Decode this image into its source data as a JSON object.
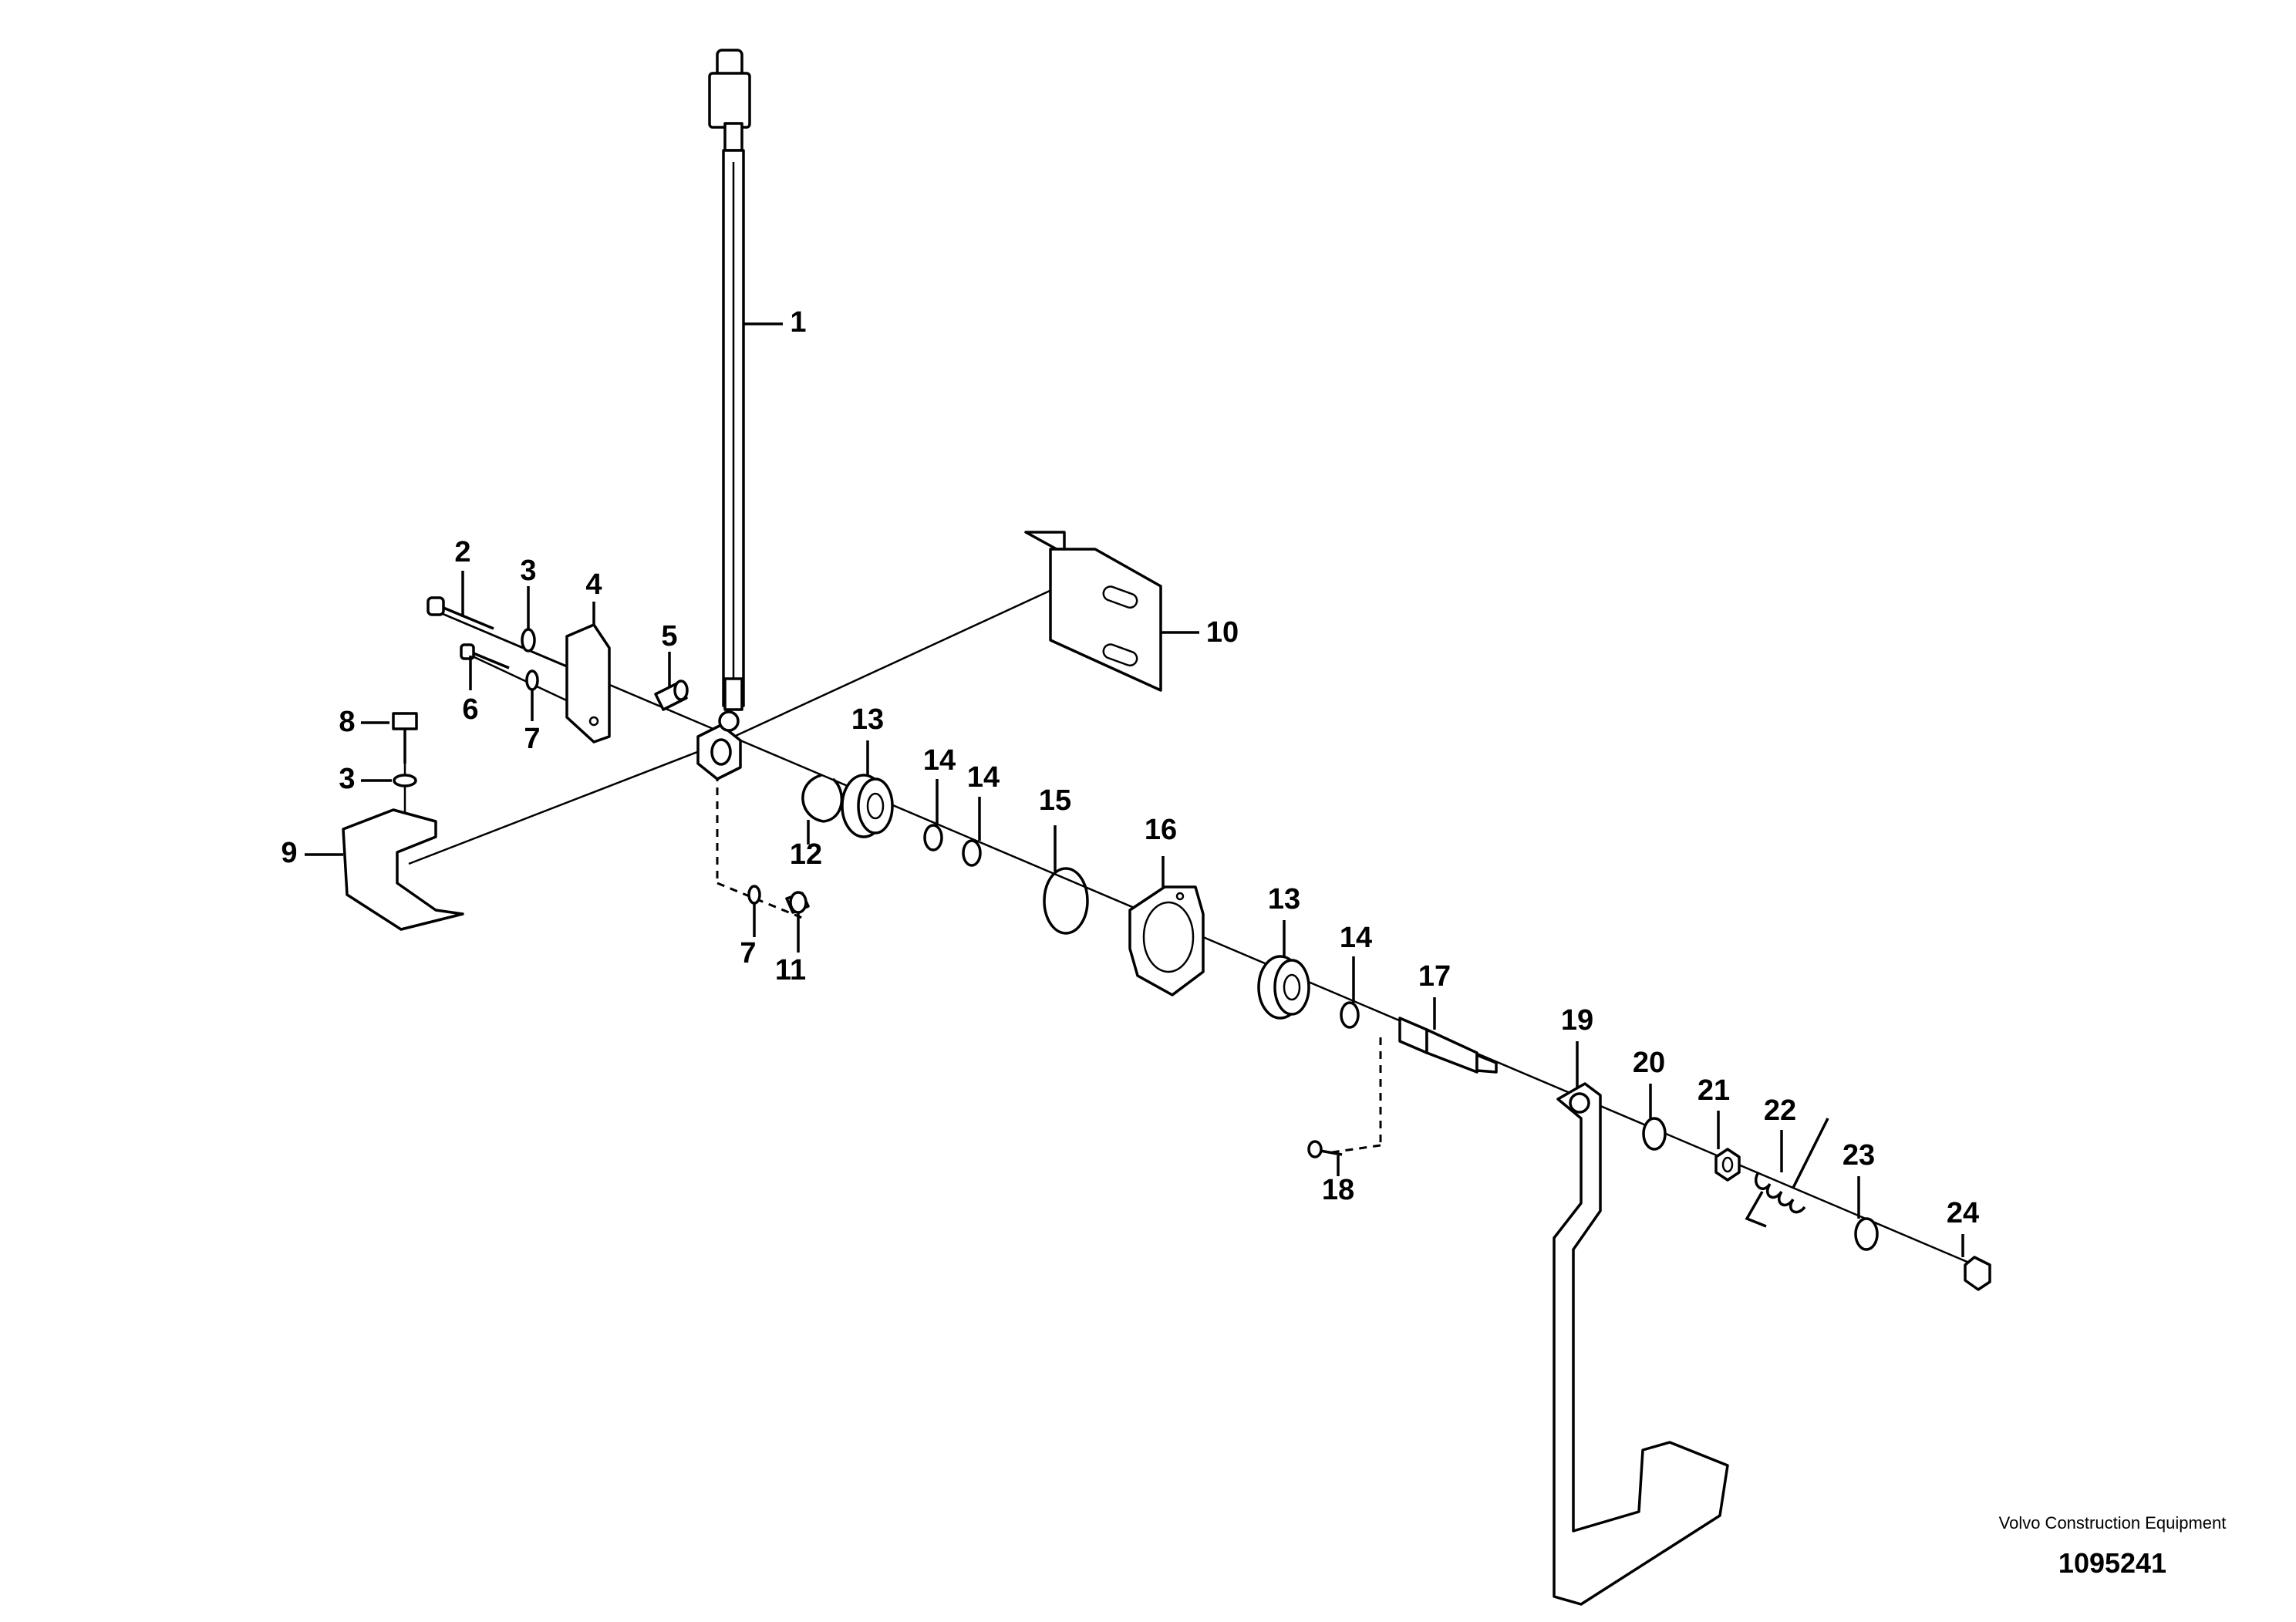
{
  "callouts": [
    "1",
    "2",
    "3",
    "4",
    "5",
    "6",
    "7",
    "8",
    "3",
    "9",
    "10",
    "11",
    "7",
    "12",
    "13",
    "14",
    "14",
    "15",
    "16",
    "13",
    "14",
    "17",
    "18",
    "19",
    "20",
    "21",
    "22",
    "23",
    "24"
  ],
  "credit": {
    "company": "Volvo Construction Equipment",
    "figure_number": "1095241"
  }
}
